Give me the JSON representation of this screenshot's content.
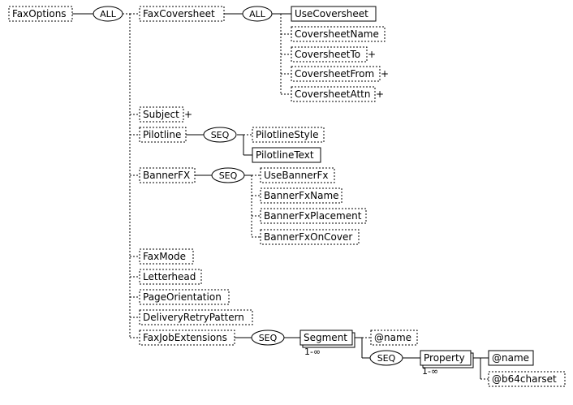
{
  "compositors": {
    "all_root": "ALL",
    "all_coversheet": "ALL",
    "seq_pilotline": "SEQ",
    "seq_bannerfx": "SEQ",
    "seq_jobext": "SEQ",
    "seq_segment": "SEQ"
  },
  "elements": {
    "fax_options": "FaxOptions",
    "fax_coversheet": "FaxCoversheet",
    "use_coversheet": "UseCoversheet",
    "coversheet_name": "CoversheetName",
    "coversheet_to": "CoversheetTo",
    "coversheet_from": "CoversheetFrom",
    "coversheet_attn": "CoversheetAttn",
    "subject": "Subject",
    "pilotline": "Pilotline",
    "pilotline_style": "PilotlineStyle",
    "pilotline_text": "PilotlineText",
    "banner_fx": "BannerFX",
    "use_banner_fx": "UseBannerFx",
    "banner_fx_name": "BannerFxName",
    "banner_fx_placement": "BannerFxPlacement",
    "banner_fx_on_cover": "BannerFxOnCover",
    "fax_mode": "FaxMode",
    "letterhead": "Letterhead",
    "page_orientation": "PageOrientation",
    "delivery_retry_pattern": "DeliveryRetryPattern",
    "fax_job_extensions": "FaxJobExtensions",
    "segment": "Segment",
    "segment_name_attr": "@name",
    "property": "Property",
    "property_name_attr": "@name",
    "property_b64charset_attr": "@b64charset"
  },
  "cardinality": {
    "segment": "1-∞",
    "property": "1-∞"
  },
  "expander_symbol": "+"
}
